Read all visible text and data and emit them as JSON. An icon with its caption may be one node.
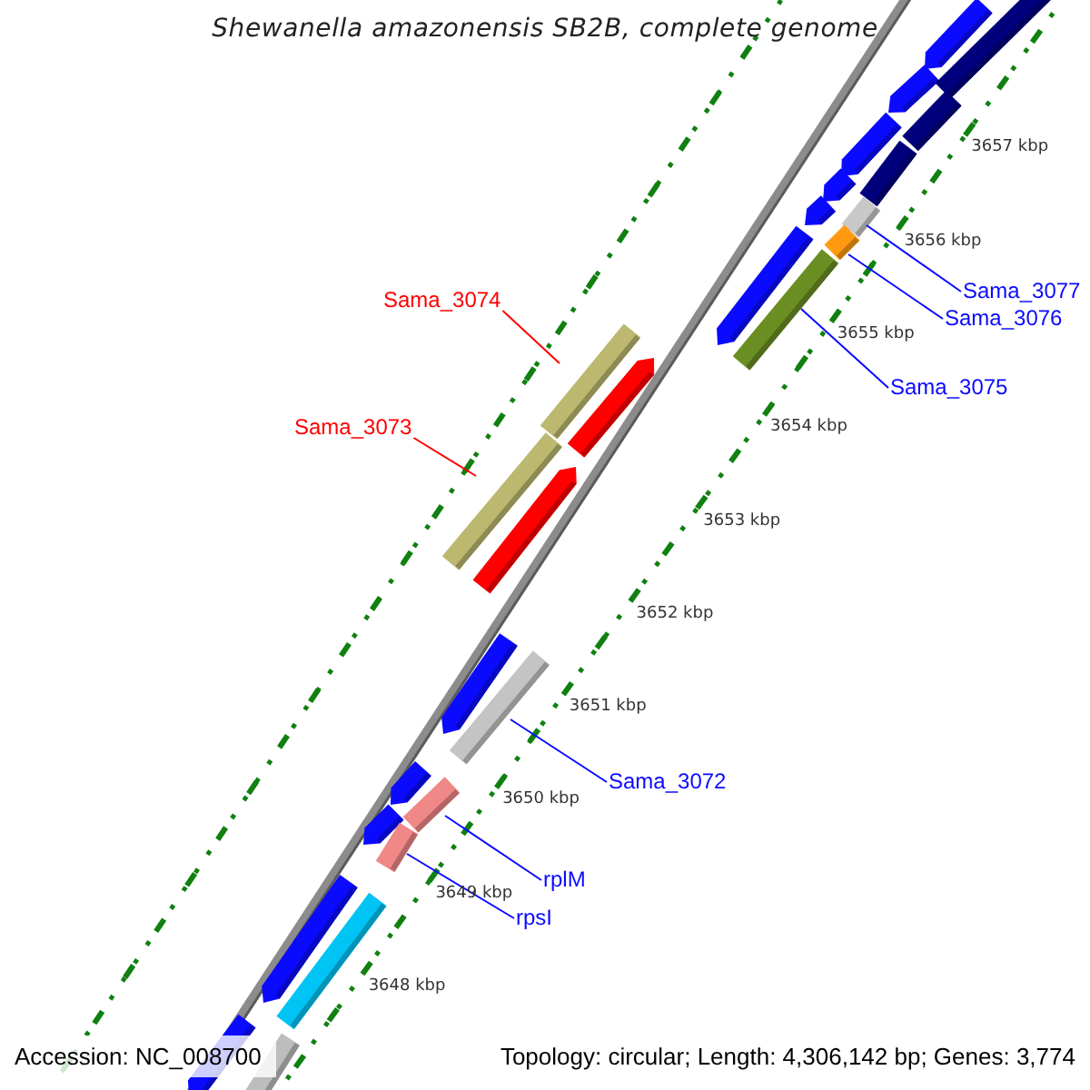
{
  "diagram": {
    "title": "Shewanella amazonensis SB2B, complete genome",
    "nodes": [
      {
        "text": [
          "Sama_3074"
        ]
      },
      {
        "text": [
          "Sama_3073"
        ]
      },
      {
        "text": [
          "Sama_3077"
        ]
      },
      {
        "text": [
          "Sama_3076"
        ]
      },
      {
        "text": [
          "Sama_3075"
        ]
      },
      {
        "text": [
          "Sama_3072"
        ]
      },
      {
        "text": [
          "rplM"
        ]
      },
      {
        "text": [
          "rpsI"
        ]
      },
      {
        "text": [],
        "shape": "bar"
      },
      {
        "text": [],
        "shape": "bar"
      },
      {
        "text": [],
        "shape": "bar"
      },
      {
        "text": [],
        "shape": "bar"
      },
      {
        "text": [],
        "shape": "bar"
      },
      {
        "text": [],
        "shape": "bar"
      },
      {
        "text": [],
        "shape": "bar"
      },
      {
        "text": [],
        "shape": "bar"
      }
    ],
    "edges": [
      {
        "from": 0,
        "to": 8,
        "arrow": "none",
        "color": "#ff0000"
      },
      {
        "from": 1,
        "to": 9,
        "arrow": "none",
        "color": "#ff0000"
      },
      {
        "from": 2,
        "to": 10,
        "arrow": "none"
      },
      {
        "from": 3,
        "to": 11,
        "arrow": "none"
      },
      {
        "from": 4,
        "to": 12,
        "arrow": "none"
      },
      {
        "from": 5,
        "to": 13,
        "arrow": "none"
      },
      {
        "from": 6,
        "to": 14,
        "arrow": "none"
      },
      {
        "from": 7,
        "to": 15,
        "arrow": "none"
      }
    ],
    "labels": [
      "3657 kbp",
      "3656 kbp",
      "3655 kbp",
      "3654 kbp",
      "3653 kbp",
      "3652 kbp",
      "3651 kbp",
      "3650 kbp",
      "3649 kbp",
      "3648 kbp",
      "Accession: NC_008700",
      "Topology: circular; Length: 4,306,142 bp; Genes: 3,774"
    ]
  }
}
